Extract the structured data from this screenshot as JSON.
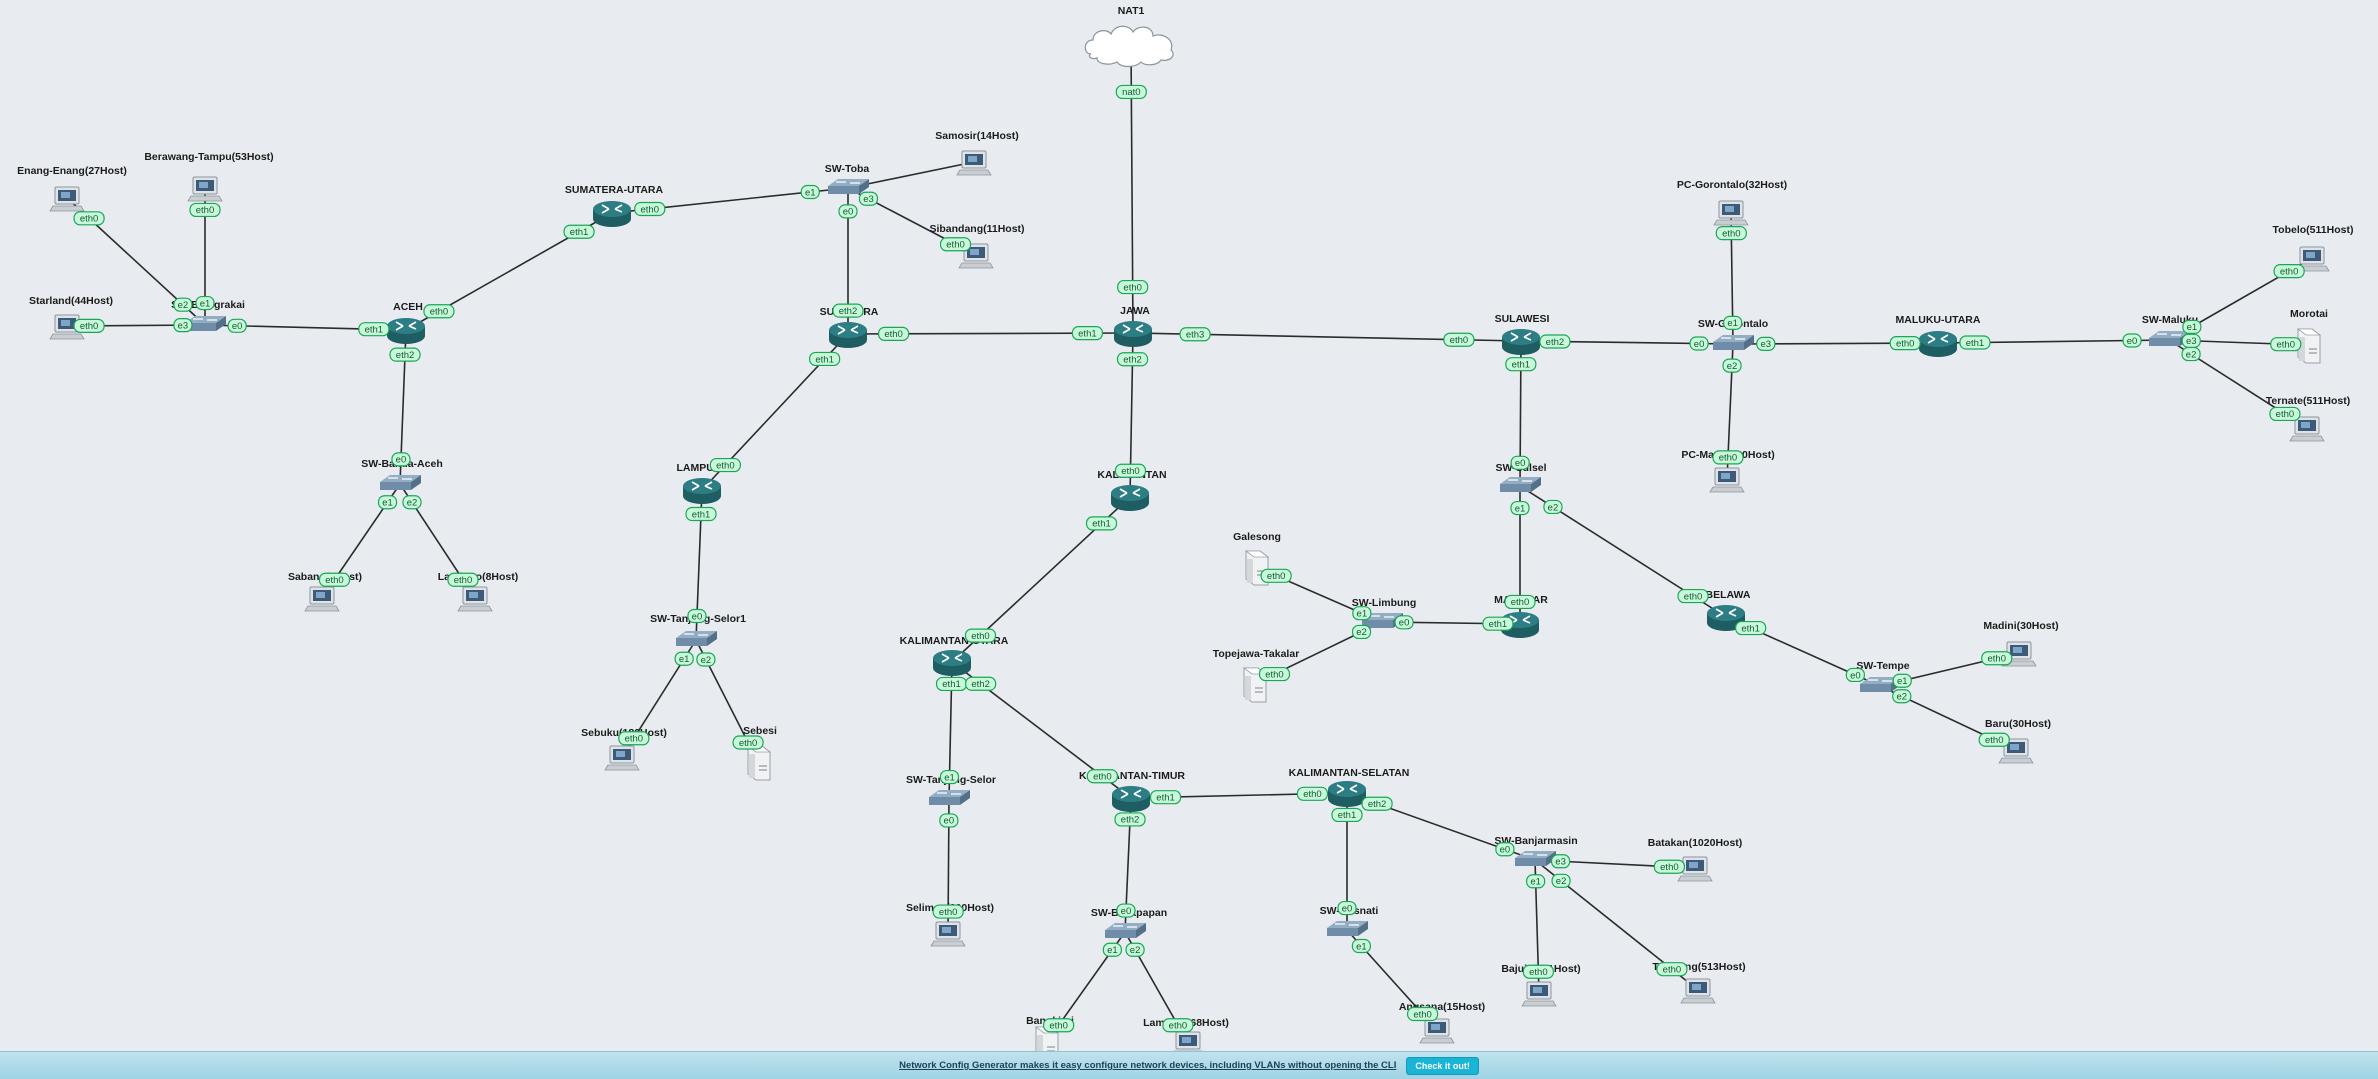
{
  "nodes": {
    "nat1": {
      "label": "NAT1",
      "type": "cloud"
    },
    "enang": {
      "label": "Enang-Enang(27Host)",
      "type": "pc"
    },
    "berawang": {
      "label": "Berawang-Tampu(53Host)",
      "type": "pc"
    },
    "starland": {
      "label": "Starland(44Host)",
      "type": "pc"
    },
    "sw_blangrakai": {
      "label": "SW-Blangrakai",
      "type": "switch"
    },
    "aceh": {
      "label": "ACEH",
      "type": "router"
    },
    "sw_banda_aceh": {
      "label": "SW-Banda-Aceh",
      "type": "switch"
    },
    "sabang": {
      "label": "Sabang(6Host)",
      "type": "pc"
    },
    "lambaro": {
      "label": "Lambaro(8Host)",
      "type": "pc"
    },
    "sumatera_utara": {
      "label": "SUMATERA-UTARA",
      "type": "router"
    },
    "sw_toba": {
      "label": "SW-Toba",
      "type": "switch"
    },
    "samosir": {
      "label": "Samosir(14Host)",
      "type": "pc"
    },
    "sibandang": {
      "label": "Sibandang(11Host)",
      "type": "pc"
    },
    "sumatera": {
      "label": "SUMATERA",
      "type": "router"
    },
    "lampung": {
      "label": "LAMPUNG",
      "type": "router"
    },
    "sw_tanjung_selor1": {
      "label": "SW-Tanjung-Selor1",
      "type": "switch"
    },
    "sebuku": {
      "label": "Sebuku(180Host)",
      "type": "pc"
    },
    "sebesi": {
      "label": "Sebesi",
      "type": "server"
    },
    "jawa": {
      "label": "JAWA",
      "type": "router"
    },
    "kalimantan": {
      "label": "KALIMANTAN",
      "type": "router"
    },
    "kalimantan_utara": {
      "label": "KALIMANTAN-UTARA",
      "type": "router"
    },
    "sw_tanjung_selor": {
      "label": "SW-Tanjung-Selor",
      "type": "switch"
    },
    "selimau": {
      "label": "Selimau(200Host)",
      "type": "pc"
    },
    "kalimantan_timur": {
      "label": "KALIMANTAN-TIMUR",
      "type": "router"
    },
    "sw_balikpapan": {
      "label": "SW-Balikpapan",
      "type": "switch"
    },
    "bangkirai": {
      "label": "Bangkirai",
      "type": "server"
    },
    "lamaru": {
      "label": "Lamaru(468Host)",
      "type": "pc"
    },
    "kalimantan_selatan": {
      "label": "KALIMANTAN-SELATAN",
      "type": "router"
    },
    "sw_bosnati": {
      "label": "SW-Bosnati",
      "type": "switch"
    },
    "angsana": {
      "label": "Angsana(15Host)",
      "type": "pc"
    },
    "sw_banjarmasin": {
      "label": "SW-Banjarmasin",
      "type": "switch"
    },
    "batakan": {
      "label": "Batakan(1020Host)",
      "type": "pc"
    },
    "bajuin": {
      "label": "Bajuin(511Host)",
      "type": "pc"
    },
    "takisung": {
      "label": "Takisung(513Host)",
      "type": "pc"
    },
    "galesong": {
      "label": "Galesong",
      "type": "server"
    },
    "topejawa": {
      "label": "Topejawa-Takalar",
      "type": "server"
    },
    "sw_limbung": {
      "label": "SW-Limbung",
      "type": "switch"
    },
    "makasar": {
      "label": "MAKASAR",
      "type": "router"
    },
    "sulawesi": {
      "label": "SULAWESI",
      "type": "router"
    },
    "sw_sulsel": {
      "label": "SW-Sulsel",
      "type": "switch"
    },
    "belawa": {
      "label": "BELAWA",
      "type": "router"
    },
    "sw_tempe": {
      "label": "SW-Tempe",
      "type": "switch"
    },
    "madini": {
      "label": "Madini(30Host)",
      "type": "pc"
    },
    "baru": {
      "label": "Baru(30Host)",
      "type": "pc"
    },
    "pc_gorontalo": {
      "label": "PC-Gorontalo(32Host)",
      "type": "pc"
    },
    "sw_gorontalo": {
      "label": "SW-Gorontalo",
      "type": "switch"
    },
    "pc_marisa": {
      "label": "PC-Marisa(30Host)",
      "type": "pc"
    },
    "maluku_utara": {
      "label": "MALUKU-UTARA",
      "type": "router"
    },
    "sw_maluku": {
      "label": "SW-Maluku",
      "type": "switch"
    },
    "tobelo": {
      "label": "Tobelo(511Host)",
      "type": "pc"
    },
    "morotai": {
      "label": "Morotai",
      "type": "server"
    },
    "ternate": {
      "label": "Ternate(511Host)",
      "type": "pc"
    }
  },
  "links": [
    {
      "a": "nat1",
      "b": "jawa",
      "ia": "nat0",
      "ib": "eth0"
    },
    {
      "a": "enang",
      "b": "sw_blangrakai",
      "ia": "eth0",
      "ib": "e2"
    },
    {
      "a": "berawang",
      "b": "sw_blangrakai",
      "ia": "eth0",
      "ib": "e1"
    },
    {
      "a": "starland",
      "b": "sw_blangrakai",
      "ia": "eth0",
      "ib": "e3"
    },
    {
      "a": "sw_blangrakai",
      "b": "aceh",
      "ia": "e0",
      "ib": "eth1"
    },
    {
      "a": "aceh",
      "b": "sw_banda_aceh",
      "ia": "eth2",
      "ib": "e0"
    },
    {
      "a": "sw_banda_aceh",
      "b": "sabang",
      "ia": "e1",
      "ib": "eth0"
    },
    {
      "a": "sw_banda_aceh",
      "b": "lambaro",
      "ia": "e2",
      "ib": "eth0"
    },
    {
      "a": "aceh",
      "b": "sumatera_utara",
      "ia": "eth0",
      "ib": "eth1"
    },
    {
      "a": "sumatera_utara",
      "b": "sw_toba",
      "ia": "eth0",
      "ib": "e1"
    },
    {
      "a": "sw_toba",
      "b": "samosir",
      "ia": "",
      "ib": ""
    },
    {
      "a": "sw_toba",
      "b": "sibandang",
      "ia": "e3",
      "ib": "eth0"
    },
    {
      "a": "sw_toba",
      "b": "sumatera",
      "ia": "e0",
      "ib": "eth2"
    },
    {
      "a": "sumatera",
      "b": "jawa",
      "ia": "eth0",
      "ib": "eth1"
    },
    {
      "a": "sumatera",
      "b": "lampung",
      "ia": "eth1",
      "ib": "eth0"
    },
    {
      "a": "lampung",
      "b": "sw_tanjung_selor1",
      "ia": "eth1",
      "ib": "e0"
    },
    {
      "a": "sw_tanjung_selor1",
      "b": "sebuku",
      "ia": "e1",
      "ib": "eth0"
    },
    {
      "a": "sw_tanjung_selor1",
      "b": "sebesi",
      "ia": "e2",
      "ib": "eth0"
    },
    {
      "a": "jawa",
      "b": "kalimantan",
      "ia": "eth2",
      "ib": "eth0"
    },
    {
      "a": "jawa",
      "b": "sulawesi",
      "ia": "eth3",
      "ib": "eth0"
    },
    {
      "a": "kalimantan",
      "b": "kalimantan_utara",
      "ia": "eth1",
      "ib": "eth0"
    },
    {
      "a": "kalimantan_utara",
      "b": "sw_tanjung_selor",
      "ia": "eth1",
      "ib": "e1"
    },
    {
      "a": "sw_tanjung_selor",
      "b": "selimau",
      "ia": "e0",
      "ib": "eth0"
    },
    {
      "a": "kalimantan_utara",
      "b": "kalimantan_timur",
      "ia": "eth2",
      "ib": "eth0"
    },
    {
      "a": "kalimantan_timur",
      "b": "kalimantan_selatan",
      "ia": "eth1",
      "ib": "eth0"
    },
    {
      "a": "kalimantan_timur",
      "b": "sw_balikpapan",
      "ia": "eth2",
      "ib": "e0"
    },
    {
      "a": "sw_balikpapan",
      "b": "bangkirai",
      "ia": "e1",
      "ib": "eth0"
    },
    {
      "a": "sw_balikpapan",
      "b": "lamaru",
      "ia": "e2",
      "ib": "eth0"
    },
    {
      "a": "kalimantan_selatan",
      "b": "sw_bosnati",
      "ia": "eth1",
      "ib": "e0"
    },
    {
      "a": "sw_bosnati",
      "b": "angsana",
      "ia": "e1",
      "ib": "eth0"
    },
    {
      "a": "kalimantan_selatan",
      "b": "sw_banjarmasin",
      "ia": "eth2",
      "ib": "e0"
    },
    {
      "a": "sw_banjarmasin",
      "b": "batakan",
      "ia": "e3",
      "ib": "eth0"
    },
    {
      "a": "sw_banjarmasin",
      "b": "bajuin",
      "ia": "e1",
      "ib": "eth0"
    },
    {
      "a": "sw_banjarmasin",
      "b": "takisung",
      "ia": "e2",
      "ib": "eth0"
    },
    {
      "a": "galesong",
      "b": "sw_limbung",
      "ia": "eth0",
      "ib": "e1"
    },
    {
      "a": "topejawa",
      "b": "sw_limbung",
      "ia": "eth0",
      "ib": "e2"
    },
    {
      "a": "sw_limbung",
      "b": "makasar",
      "ia": "e0",
      "ib": "eth1"
    },
    {
      "a": "sulawesi",
      "b": "sw_sulsel",
      "ia": "eth1",
      "ib": "e0"
    },
    {
      "a": "sw_sulsel",
      "b": "makasar",
      "ia": "e1",
      "ib": "eth0"
    },
    {
      "a": "sw_sulsel",
      "b": "belawa",
      "ia": "e2",
      "ib": "eth0"
    },
    {
      "a": "belawa",
      "b": "sw_tempe",
      "ia": "eth1",
      "ib": "e0"
    },
    {
      "a": "sw_tempe",
      "b": "madini",
      "ia": "e1",
      "ib": "eth0"
    },
    {
      "a": "sw_tempe",
      "b": "baru",
      "ia": "e2",
      "ib": "eth0"
    },
    {
      "a": "sulawesi",
      "b": "sw_gorontalo",
      "ia": "eth2",
      "ib": "e0"
    },
    {
      "a": "sw_gorontalo",
      "b": "pc_gorontalo",
      "ia": "e1",
      "ib": "eth0"
    },
    {
      "a": "sw_gorontalo",
      "b": "pc_marisa",
      "ia": "e2",
      "ib": "eth0"
    },
    {
      "a": "sw_gorontalo",
      "b": "maluku_utara",
      "ia": "e3",
      "ib": "eth0"
    },
    {
      "a": "maluku_utara",
      "b": "sw_maluku",
      "ia": "eth1",
      "ib": "e0"
    },
    {
      "a": "sw_maluku",
      "b": "tobelo",
      "ia": "e1",
      "ib": "eth0"
    },
    {
      "a": "sw_maluku",
      "b": "morotai",
      "ia": "e3",
      "ib": "eth0"
    },
    {
      "a": "sw_maluku",
      "b": "ternate",
      "ia": "e2",
      "ib": "eth0"
    }
  ],
  "banner": {
    "message": "Network Config Generator makes it easy configure network devices, including VLANs without opening the CLI",
    "button": "Check it out!"
  },
  "colors": {
    "background": "#e8ecf0",
    "router": "#2d7e84",
    "switch": "#6f8da8",
    "port_fill": "#c9f7da",
    "port_border": "#19a756",
    "banner": "#a9d9e8",
    "banner_button": "#19b4d6"
  }
}
